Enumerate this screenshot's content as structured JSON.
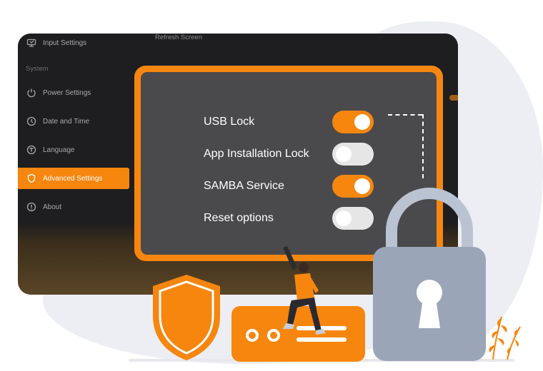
{
  "screen": {
    "header_text": "Refresh Screen",
    "sidebar": {
      "section_label": "System",
      "items": [
        {
          "label": "Input Settings",
          "icon": "input-icon",
          "active": false
        },
        {
          "label": "Power Settings",
          "icon": "power-icon",
          "active": false
        },
        {
          "label": "Date and Time",
          "icon": "clock-icon",
          "active": false
        },
        {
          "label": "Language",
          "icon": "language-icon",
          "active": false
        },
        {
          "label": "Advanced Settings",
          "icon": "shield-icon",
          "active": true
        },
        {
          "label": "About",
          "icon": "info-icon",
          "active": false
        }
      ]
    }
  },
  "panel": {
    "options": [
      {
        "label": "USB Lock",
        "enabled": true
      },
      {
        "label": "App Installation Lock",
        "enabled": false
      },
      {
        "label": "SAMBA Service",
        "enabled": true
      },
      {
        "label": "Reset options",
        "enabled": false
      }
    ]
  },
  "colors": {
    "accent": "#f7860f",
    "screen_bg": "#1e1e20",
    "panel_bg": "#4a4a4c",
    "lock_body": "#9aa6b8",
    "lock_shackle": "#b9c3d1"
  },
  "illustration": {
    "icons": [
      "shield-icon",
      "padlock-icon",
      "person-figure",
      "plant-icon",
      "id-card-icon"
    ]
  }
}
